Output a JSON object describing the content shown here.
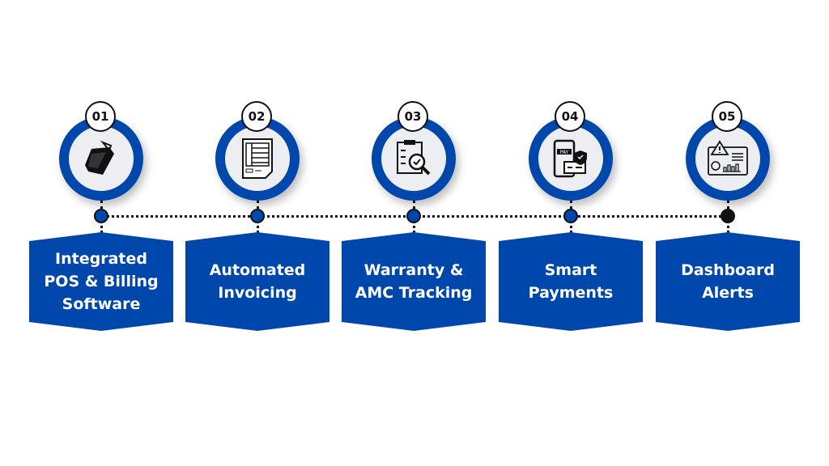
{
  "colors": {
    "primary": "#0047ab",
    "dark": "#111111"
  },
  "steps": [
    {
      "number": "01",
      "title": "Integrated POS & Billing Software",
      "icon": "pos-terminal-icon"
    },
    {
      "number": "02",
      "title": "Automated Invoicing",
      "icon": "invoice-document-icon"
    },
    {
      "number": "03",
      "title": "Warranty & AMC Tracking",
      "icon": "clipboard-search-icon"
    },
    {
      "number": "04",
      "title": "Smart Payments",
      "icon": "mobile-payment-icon"
    },
    {
      "number": "05",
      "title": "Dashboard Alerts",
      "icon": "dashboard-alert-icon"
    }
  ]
}
